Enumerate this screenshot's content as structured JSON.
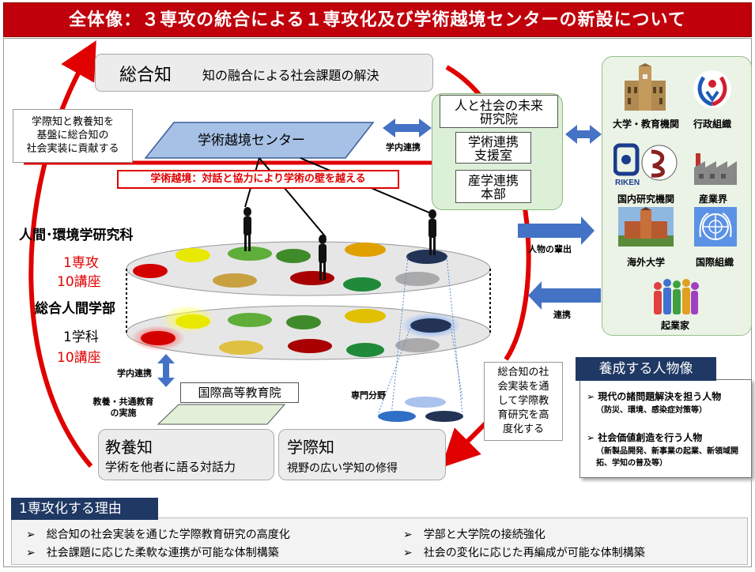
{
  "title": "全体像：３専攻の統合による１専攻化及び学術越境センターの新設について",
  "sogochi": {
    "name": "総合知",
    "desc": "知の融合による社会課題の解決"
  },
  "left_box": {
    "lines": [
      "学際知と教養知を",
      "基盤に総合知の",
      "社会実装に貢献する"
    ]
  },
  "center": {
    "name": "学術越境センター",
    "intra_label": "学内連携"
  },
  "banner": "学術越境：対話と協力により学術の壁を越える",
  "green_panel": {
    "boxes": [
      {
        "lines": [
          "人と社会の未来",
          "研究院"
        ]
      },
      {
        "lines": [
          "学術連携",
          "支援室"
        ]
      },
      {
        "lines": [
          "産学連携",
          "本部"
        ]
      }
    ]
  },
  "partners": [
    {
      "label": "大学・教育機関",
      "icon": "university-building-icon"
    },
    {
      "label": "行政組織",
      "icon": "government-logo-icon"
    },
    {
      "label": "国内研究機関",
      "icon": "riken-logo-icon",
      "logo_text": "RIKEN"
    },
    {
      "label": "産業界",
      "icon": "factory-icon"
    },
    {
      "label": "海外大学",
      "icon": "overseas-university-icon"
    },
    {
      "label": "国際組織",
      "icon": "un-emblem-icon"
    },
    {
      "label": "起業家",
      "icon": "entrepreneurs-icon"
    }
  ],
  "arrows": {
    "outflow": "人物の輩出",
    "collab": "連携"
  },
  "grad": {
    "name": "人間･環境学研究科",
    "major": "1専攻",
    "courses": "10講座"
  },
  "undergrad": {
    "name": "総合人間学部",
    "dept": "1学科",
    "courses": "10講座"
  },
  "lower_left": {
    "intra": "学内連携",
    "liberal": [
      "教養・共通教育",
      "の実施"
    ],
    "institute": "国際高等教育院"
  },
  "field_label": "専門分野",
  "sogochi_note": {
    "lines": [
      "総合知の社",
      "会実装を通",
      "して学際教",
      "育研究を高",
      "度化する"
    ]
  },
  "kyoyochi": {
    "name": "教養知",
    "desc": "学術を他者に語る対話力"
  },
  "gakusaichi": {
    "name": "学際知",
    "desc": "視野の広い学知の修得"
  },
  "yosei": {
    "title": "養成する人物像",
    "items": [
      {
        "head": "現代の諸問題解決を担う人物",
        "sub": "（防災、環境、感染症対策等）"
      },
      {
        "head": "社会価値創造を行う人物",
        "sub": "（新製品開発、新事業の起業、新領域開拓、学知の普及等）"
      }
    ]
  },
  "reasons": {
    "title": "1専攻化する理由",
    "items": [
      "総合知の社会実装を通じた学際教育研究の高度化",
      "学部と大学院の接続強化",
      "社会課題に応じた柔軟な連携が可能な体制構築",
      "社会の変化に応じた再編成が可能な体制構築"
    ]
  },
  "colors": {
    "title_bg": "#c0000b",
    "navy": "#1f3864",
    "red": "#e00000",
    "blue_arrow": "#4472c4",
    "green_panel": "#dcefd7"
  }
}
